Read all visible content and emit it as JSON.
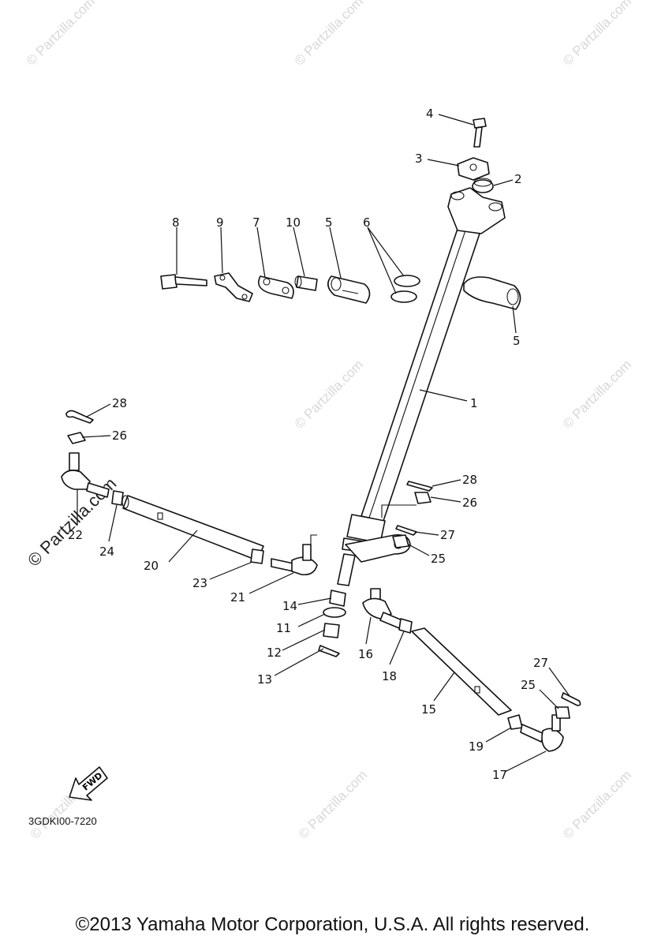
{
  "watermark": "© Partzilla.com",
  "callouts": [
    {
      "id": "c1",
      "text": "1"
    },
    {
      "id": "c2",
      "text": "2"
    },
    {
      "id": "c3",
      "text": "3"
    },
    {
      "id": "c4",
      "text": "4"
    },
    {
      "id": "c5a",
      "text": "5"
    },
    {
      "id": "c5b",
      "text": "5"
    },
    {
      "id": "c6",
      "text": "6"
    },
    {
      "id": "c7",
      "text": "7"
    },
    {
      "id": "c8",
      "text": "8"
    },
    {
      "id": "c9",
      "text": "9"
    },
    {
      "id": "c10",
      "text": "10"
    },
    {
      "id": "c11",
      "text": "11"
    },
    {
      "id": "c12",
      "text": "12"
    },
    {
      "id": "c13",
      "text": "13"
    },
    {
      "id": "c14",
      "text": "14"
    },
    {
      "id": "c15",
      "text": "15"
    },
    {
      "id": "c16",
      "text": "16"
    },
    {
      "id": "c17",
      "text": "17"
    },
    {
      "id": "c18",
      "text": "18"
    },
    {
      "id": "c19",
      "text": "19"
    },
    {
      "id": "c20",
      "text": "20"
    },
    {
      "id": "c21",
      "text": "21"
    },
    {
      "id": "c22",
      "text": "22"
    },
    {
      "id": "c23",
      "text": "23"
    },
    {
      "id": "c24",
      "text": "24"
    },
    {
      "id": "c25a",
      "text": "25"
    },
    {
      "id": "c25b",
      "text": "25"
    },
    {
      "id": "c26a",
      "text": "26"
    },
    {
      "id": "c26b",
      "text": "26"
    },
    {
      "id": "c27a",
      "text": "27"
    },
    {
      "id": "c27b",
      "text": "27"
    },
    {
      "id": "c28a",
      "text": "28"
    },
    {
      "id": "c28b",
      "text": "28"
    }
  ],
  "fwd_label": "FWD",
  "diagram_code": "3GDKI00-7220",
  "copyright": "©2013 Yamaha Motor Corporation, U.S.A. All rights reserved."
}
